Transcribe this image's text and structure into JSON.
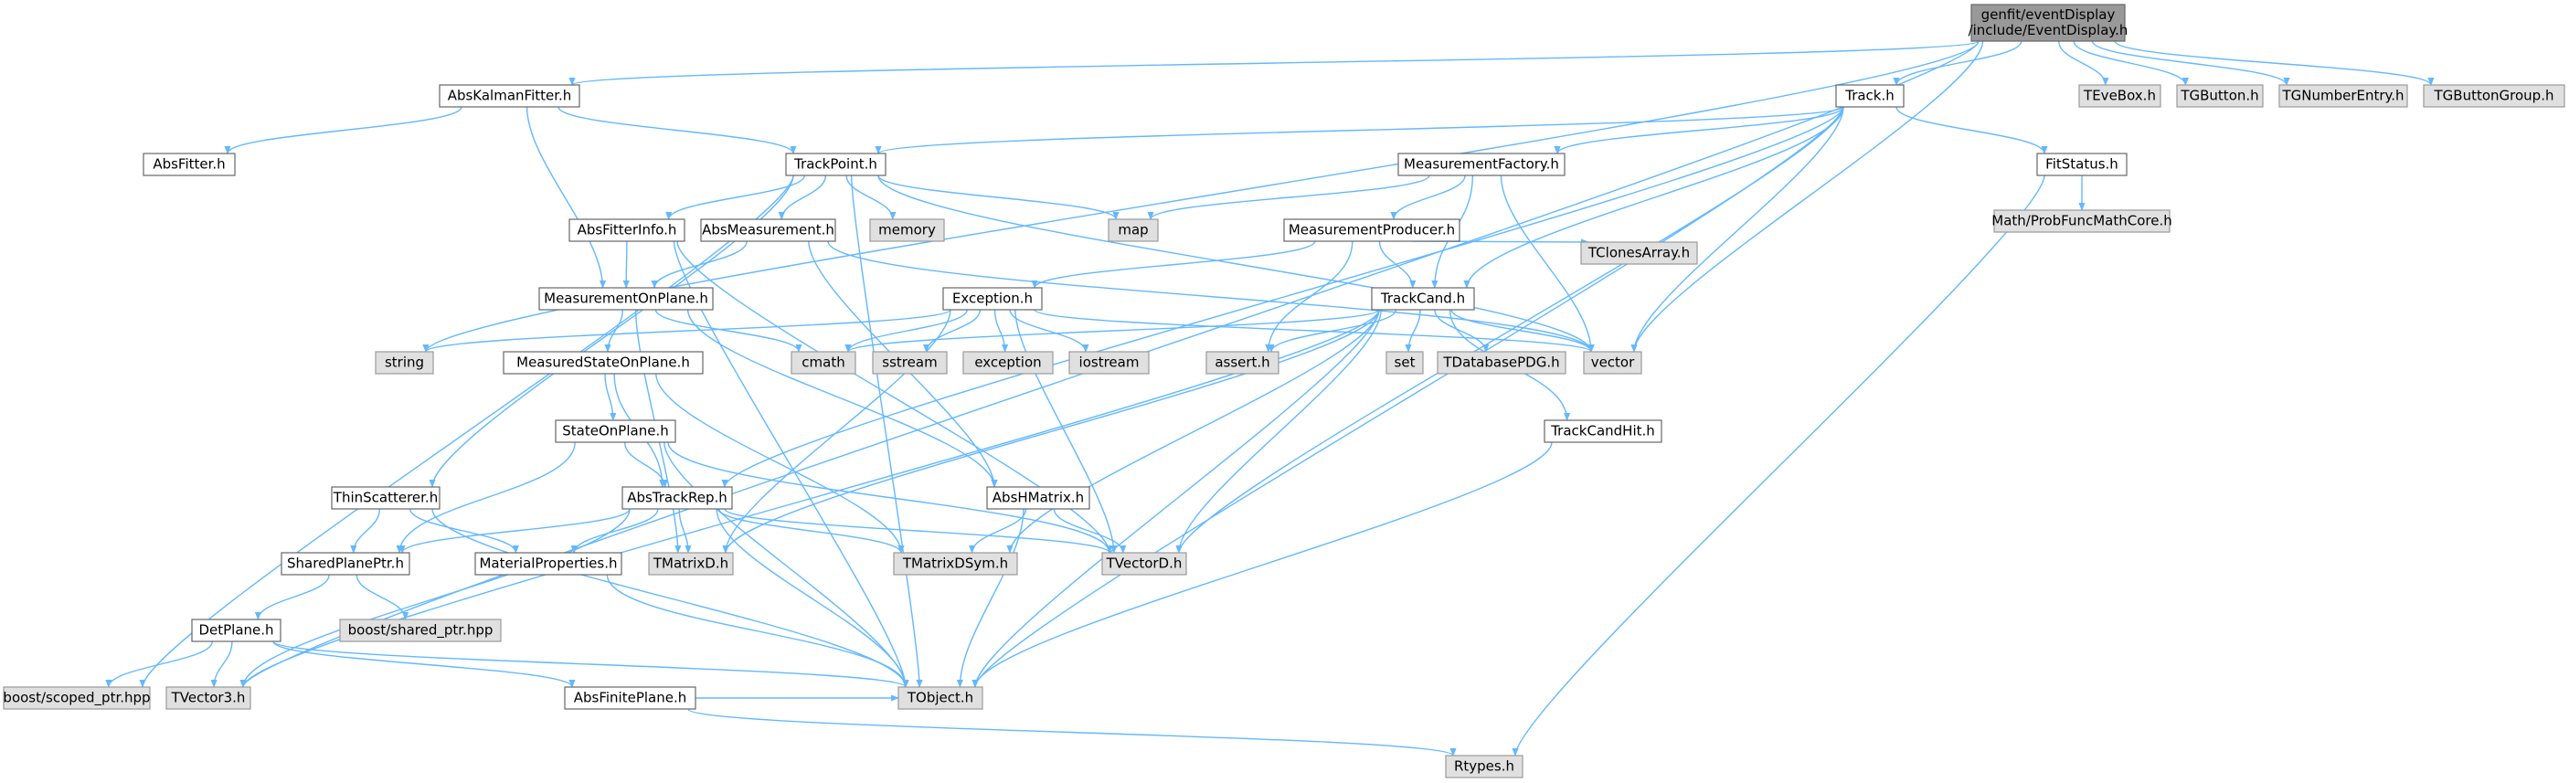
{
  "diagram": {
    "type": "include-dependency-graph",
    "colors": {
      "root_fill": "#999999",
      "root_stroke": "#666666",
      "local_fill": "#ffffff",
      "local_stroke": "#666666",
      "external_fill": "#e0e0e0",
      "external_stroke": "#999999",
      "edge": "#63b8ff",
      "text": "#000000"
    },
    "nodes": [
      {
        "id": "EventDisplay",
        "lines": [
          "genfit/eventDisplay",
          "/include/EventDisplay.h"
        ],
        "kind": "root"
      },
      {
        "id": "AbsKalmanFitter",
        "lines": [
          "AbsKalmanFitter.h"
        ],
        "kind": "local"
      },
      {
        "id": "Track",
        "lines": [
          "Track.h"
        ],
        "kind": "local"
      },
      {
        "id": "TEveBox",
        "lines": [
          "TEveBox.h"
        ],
        "kind": "external"
      },
      {
        "id": "TGButton",
        "lines": [
          "TGButton.h"
        ],
        "kind": "external"
      },
      {
        "id": "TGNumberEntry",
        "lines": [
          "TGNumberEntry.h"
        ],
        "kind": "external"
      },
      {
        "id": "TGButtonGroup",
        "lines": [
          "TGButtonGroup.h"
        ],
        "kind": "external"
      },
      {
        "id": "AbsFitter",
        "lines": [
          "AbsFitter.h"
        ],
        "kind": "local"
      },
      {
        "id": "TrackPoint",
        "lines": [
          "TrackPoint.h"
        ],
        "kind": "local"
      },
      {
        "id": "MeasurementFactory",
        "lines": [
          "MeasurementFactory.h"
        ],
        "kind": "local"
      },
      {
        "id": "FitStatus",
        "lines": [
          "FitStatus.h"
        ],
        "kind": "local"
      },
      {
        "id": "MathProb",
        "lines": [
          "Math/ProbFuncMathCore.h"
        ],
        "kind": "external"
      },
      {
        "id": "memory",
        "lines": [
          "memory"
        ],
        "kind": "external"
      },
      {
        "id": "map",
        "lines": [
          "map"
        ],
        "kind": "external"
      },
      {
        "id": "AbsFitterInfo",
        "lines": [
          "AbsFitterInfo.h"
        ],
        "kind": "local"
      },
      {
        "id": "AbsMeasurement",
        "lines": [
          "AbsMeasurement.h"
        ],
        "kind": "local"
      },
      {
        "id": "MeasurementProducer",
        "lines": [
          "MeasurementProducer.h"
        ],
        "kind": "local"
      },
      {
        "id": "TClonesArray",
        "lines": [
          "TClonesArray.h"
        ],
        "kind": "external"
      },
      {
        "id": "MeasurementOnPlane",
        "lines": [
          "MeasurementOnPlane.h"
        ],
        "kind": "local"
      },
      {
        "id": "Exception",
        "lines": [
          "Exception.h"
        ],
        "kind": "local"
      },
      {
        "id": "TrackCand",
        "lines": [
          "TrackCand.h"
        ],
        "kind": "local"
      },
      {
        "id": "string",
        "lines": [
          "string"
        ],
        "kind": "external"
      },
      {
        "id": "cmath",
        "lines": [
          "cmath"
        ],
        "kind": "external"
      },
      {
        "id": "sstream",
        "lines": [
          "sstream"
        ],
        "kind": "external"
      },
      {
        "id": "exception",
        "lines": [
          "exception"
        ],
        "kind": "external"
      },
      {
        "id": "iostream",
        "lines": [
          "iostream"
        ],
        "kind": "external"
      },
      {
        "id": "assert",
        "lines": [
          "assert.h"
        ],
        "kind": "external"
      },
      {
        "id": "set",
        "lines": [
          "set"
        ],
        "kind": "external"
      },
      {
        "id": "TDatabasePDG",
        "lines": [
          "TDatabasePDG.h"
        ],
        "kind": "external"
      },
      {
        "id": "vector",
        "lines": [
          "vector"
        ],
        "kind": "external"
      },
      {
        "id": "MeasuredStateOnPlane",
        "lines": [
          "MeasuredStateOnPlane.h"
        ],
        "kind": "local"
      },
      {
        "id": "StateOnPlane",
        "lines": [
          "StateOnPlane.h"
        ],
        "kind": "local"
      },
      {
        "id": "TrackCandHit",
        "lines": [
          "TrackCandHit.h"
        ],
        "kind": "local"
      },
      {
        "id": "ThinScatterer",
        "lines": [
          "ThinScatterer.h"
        ],
        "kind": "local"
      },
      {
        "id": "AbsTrackRep",
        "lines": [
          "AbsTrackRep.h"
        ],
        "kind": "local"
      },
      {
        "id": "AbsHMatrix",
        "lines": [
          "AbsHMatrix.h"
        ],
        "kind": "local"
      },
      {
        "id": "SharedPlanePtr",
        "lines": [
          "SharedPlanePtr.h"
        ],
        "kind": "local"
      },
      {
        "id": "MaterialProperties",
        "lines": [
          "MaterialProperties.h"
        ],
        "kind": "local"
      },
      {
        "id": "TMatrixD",
        "lines": [
          "TMatrixD.h"
        ],
        "kind": "external"
      },
      {
        "id": "TMatrixDSym",
        "lines": [
          "TMatrixDSym.h"
        ],
        "kind": "external"
      },
      {
        "id": "TVectorD",
        "lines": [
          "TVectorD.h"
        ],
        "kind": "external"
      },
      {
        "id": "DetPlane",
        "lines": [
          "DetPlane.h"
        ],
        "kind": "local"
      },
      {
        "id": "boostShared",
        "lines": [
          "boost/shared_ptr.hpp"
        ],
        "kind": "external"
      },
      {
        "id": "boostScoped",
        "lines": [
          "boost/scoped_ptr.hpp"
        ],
        "kind": "external"
      },
      {
        "id": "TVector3",
        "lines": [
          "TVector3.h"
        ],
        "kind": "external"
      },
      {
        "id": "TObject",
        "lines": [
          "TObject.h"
        ],
        "kind": "external"
      },
      {
        "id": "AbsFinitePlane",
        "lines": [
          "AbsFinitePlane.h"
        ],
        "kind": "local"
      },
      {
        "id": "Rtypes",
        "lines": [
          "Rtypes.h"
        ],
        "kind": "external"
      }
    ],
    "edges": [
      [
        "EventDisplay",
        "AbsKalmanFitter"
      ],
      [
        "EventDisplay",
        "Track"
      ],
      [
        "EventDisplay",
        "TEveBox"
      ],
      [
        "EventDisplay",
        "TGButton"
      ],
      [
        "EventDisplay",
        "TGNumberEntry"
      ],
      [
        "EventDisplay",
        "TGButtonGroup"
      ],
      [
        "EventDisplay",
        "vector"
      ],
      [
        "EventDisplay",
        "string"
      ],
      [
        "EventDisplay",
        "TVector3"
      ],
      [
        "AbsKalmanFitter",
        "AbsFitter"
      ],
      [
        "AbsKalmanFitter",
        "TrackPoint"
      ],
      [
        "AbsKalmanFitter",
        "MeasurementOnPlane"
      ],
      [
        "Track",
        "TrackPoint"
      ],
      [
        "Track",
        "MeasurementFactory"
      ],
      [
        "Track",
        "FitStatus"
      ],
      [
        "Track",
        "TrackCand"
      ],
      [
        "Track",
        "vector"
      ],
      [
        "Track",
        "TObject"
      ],
      [
        "Track",
        "TVectorD"
      ],
      [
        "Track",
        "AbsTrackRep"
      ],
      [
        "FitStatus",
        "MathProb"
      ],
      [
        "FitStatus",
        "Rtypes"
      ],
      [
        "TrackPoint",
        "memory"
      ],
      [
        "TrackPoint",
        "map"
      ],
      [
        "TrackPoint",
        "AbsFitterInfo"
      ],
      [
        "TrackPoint",
        "AbsMeasurement"
      ],
      [
        "TrackPoint",
        "ThinScatterer"
      ],
      [
        "TrackPoint",
        "boostScoped"
      ],
      [
        "TrackPoint",
        "vector"
      ],
      [
        "TrackPoint",
        "TObject"
      ],
      [
        "MeasurementFactory",
        "map"
      ],
      [
        "MeasurementFactory",
        "MeasurementProducer"
      ],
      [
        "MeasurementFactory",
        "TrackCand"
      ],
      [
        "MeasurementFactory",
        "vector"
      ],
      [
        "MeasurementProducer",
        "Exception"
      ],
      [
        "MeasurementProducer",
        "TrackCand"
      ],
      [
        "MeasurementProducer",
        "TClonesArray"
      ],
      [
        "MeasurementProducer",
        "assert"
      ],
      [
        "AbsFitterInfo",
        "MeasurementOnPlane"
      ],
      [
        "AbsFitterInfo",
        "TVectorD"
      ],
      [
        "AbsFitterInfo",
        "TObject"
      ],
      [
        "AbsMeasurement",
        "MeasurementOnPlane"
      ],
      [
        "AbsMeasurement",
        "AbsHMatrix"
      ],
      [
        "AbsMeasurement",
        "vector"
      ],
      [
        "MeasurementOnPlane",
        "MeasuredStateOnPlane"
      ],
      [
        "MeasurementOnPlane",
        "AbsHMatrix"
      ],
      [
        "MeasurementOnPlane",
        "cmath"
      ],
      [
        "MeasurementOnPlane",
        "TMatrixD"
      ],
      [
        "Exception",
        "string"
      ],
      [
        "Exception",
        "vector"
      ],
      [
        "Exception",
        "cmath"
      ],
      [
        "Exception",
        "sstream"
      ],
      [
        "Exception",
        "exception"
      ],
      [
        "Exception",
        "iostream"
      ],
      [
        "Exception",
        "TMatrixD"
      ],
      [
        "Exception",
        "TVectorD"
      ],
      [
        "TrackCand",
        "cmath"
      ],
      [
        "TrackCand",
        "assert"
      ],
      [
        "TrackCand",
        "set"
      ],
      [
        "TrackCand",
        "TDatabasePDG"
      ],
      [
        "TrackCand",
        "vector"
      ],
      [
        "TrackCand",
        "TrackCandHit"
      ],
      [
        "TrackCand",
        "TObject"
      ],
      [
        "TrackCand",
        "TVectorD"
      ],
      [
        "TrackCand",
        "TMatrixDSym"
      ],
      [
        "TrackCand",
        "TMatrixD"
      ],
      [
        "TrackCand",
        "TVector3"
      ],
      [
        "MeasuredStateOnPlane",
        "StateOnPlane"
      ],
      [
        "MeasuredStateOnPlane",
        "AbsTrackRep"
      ],
      [
        "MeasuredStateOnPlane",
        "TMatrixDSym"
      ],
      [
        "StateOnPlane",
        "AbsTrackRep"
      ],
      [
        "StateOnPlane",
        "SharedPlanePtr"
      ],
      [
        "StateOnPlane",
        "TVectorD"
      ],
      [
        "StateOnPlane",
        "TObject"
      ],
      [
        "TrackCandHit",
        "TObject"
      ],
      [
        "ThinScatterer",
        "SharedPlanePtr"
      ],
      [
        "ThinScatterer",
        "MaterialProperties"
      ],
      [
        "ThinScatterer",
        "TObject"
      ],
      [
        "AbsTrackRep",
        "SharedPlanePtr"
      ],
      [
        "AbsTrackRep",
        "MaterialProperties"
      ],
      [
        "AbsTrackRep",
        "TMatrixD"
      ],
      [
        "AbsTrackRep",
        "TMatrixDSym"
      ],
      [
        "AbsTrackRep",
        "TVectorD"
      ],
      [
        "AbsTrackRep",
        "TObject"
      ],
      [
        "AbsTrackRep",
        "TVector3"
      ],
      [
        "AbsHMatrix",
        "TMatrixDSym"
      ],
      [
        "AbsHMatrix",
        "TVectorD"
      ],
      [
        "AbsHMatrix",
        "TObject"
      ],
      [
        "SharedPlanePtr",
        "DetPlane"
      ],
      [
        "SharedPlanePtr",
        "boostShared"
      ],
      [
        "MaterialProperties",
        "TObject"
      ],
      [
        "DetPlane",
        "boostScoped"
      ],
      [
        "DetPlane",
        "TVector3"
      ],
      [
        "DetPlane",
        "TObject"
      ],
      [
        "DetPlane",
        "AbsFinitePlane"
      ],
      [
        "AbsFinitePlane",
        "TObject"
      ],
      [
        "AbsFinitePlane",
        "Rtypes"
      ]
    ]
  }
}
